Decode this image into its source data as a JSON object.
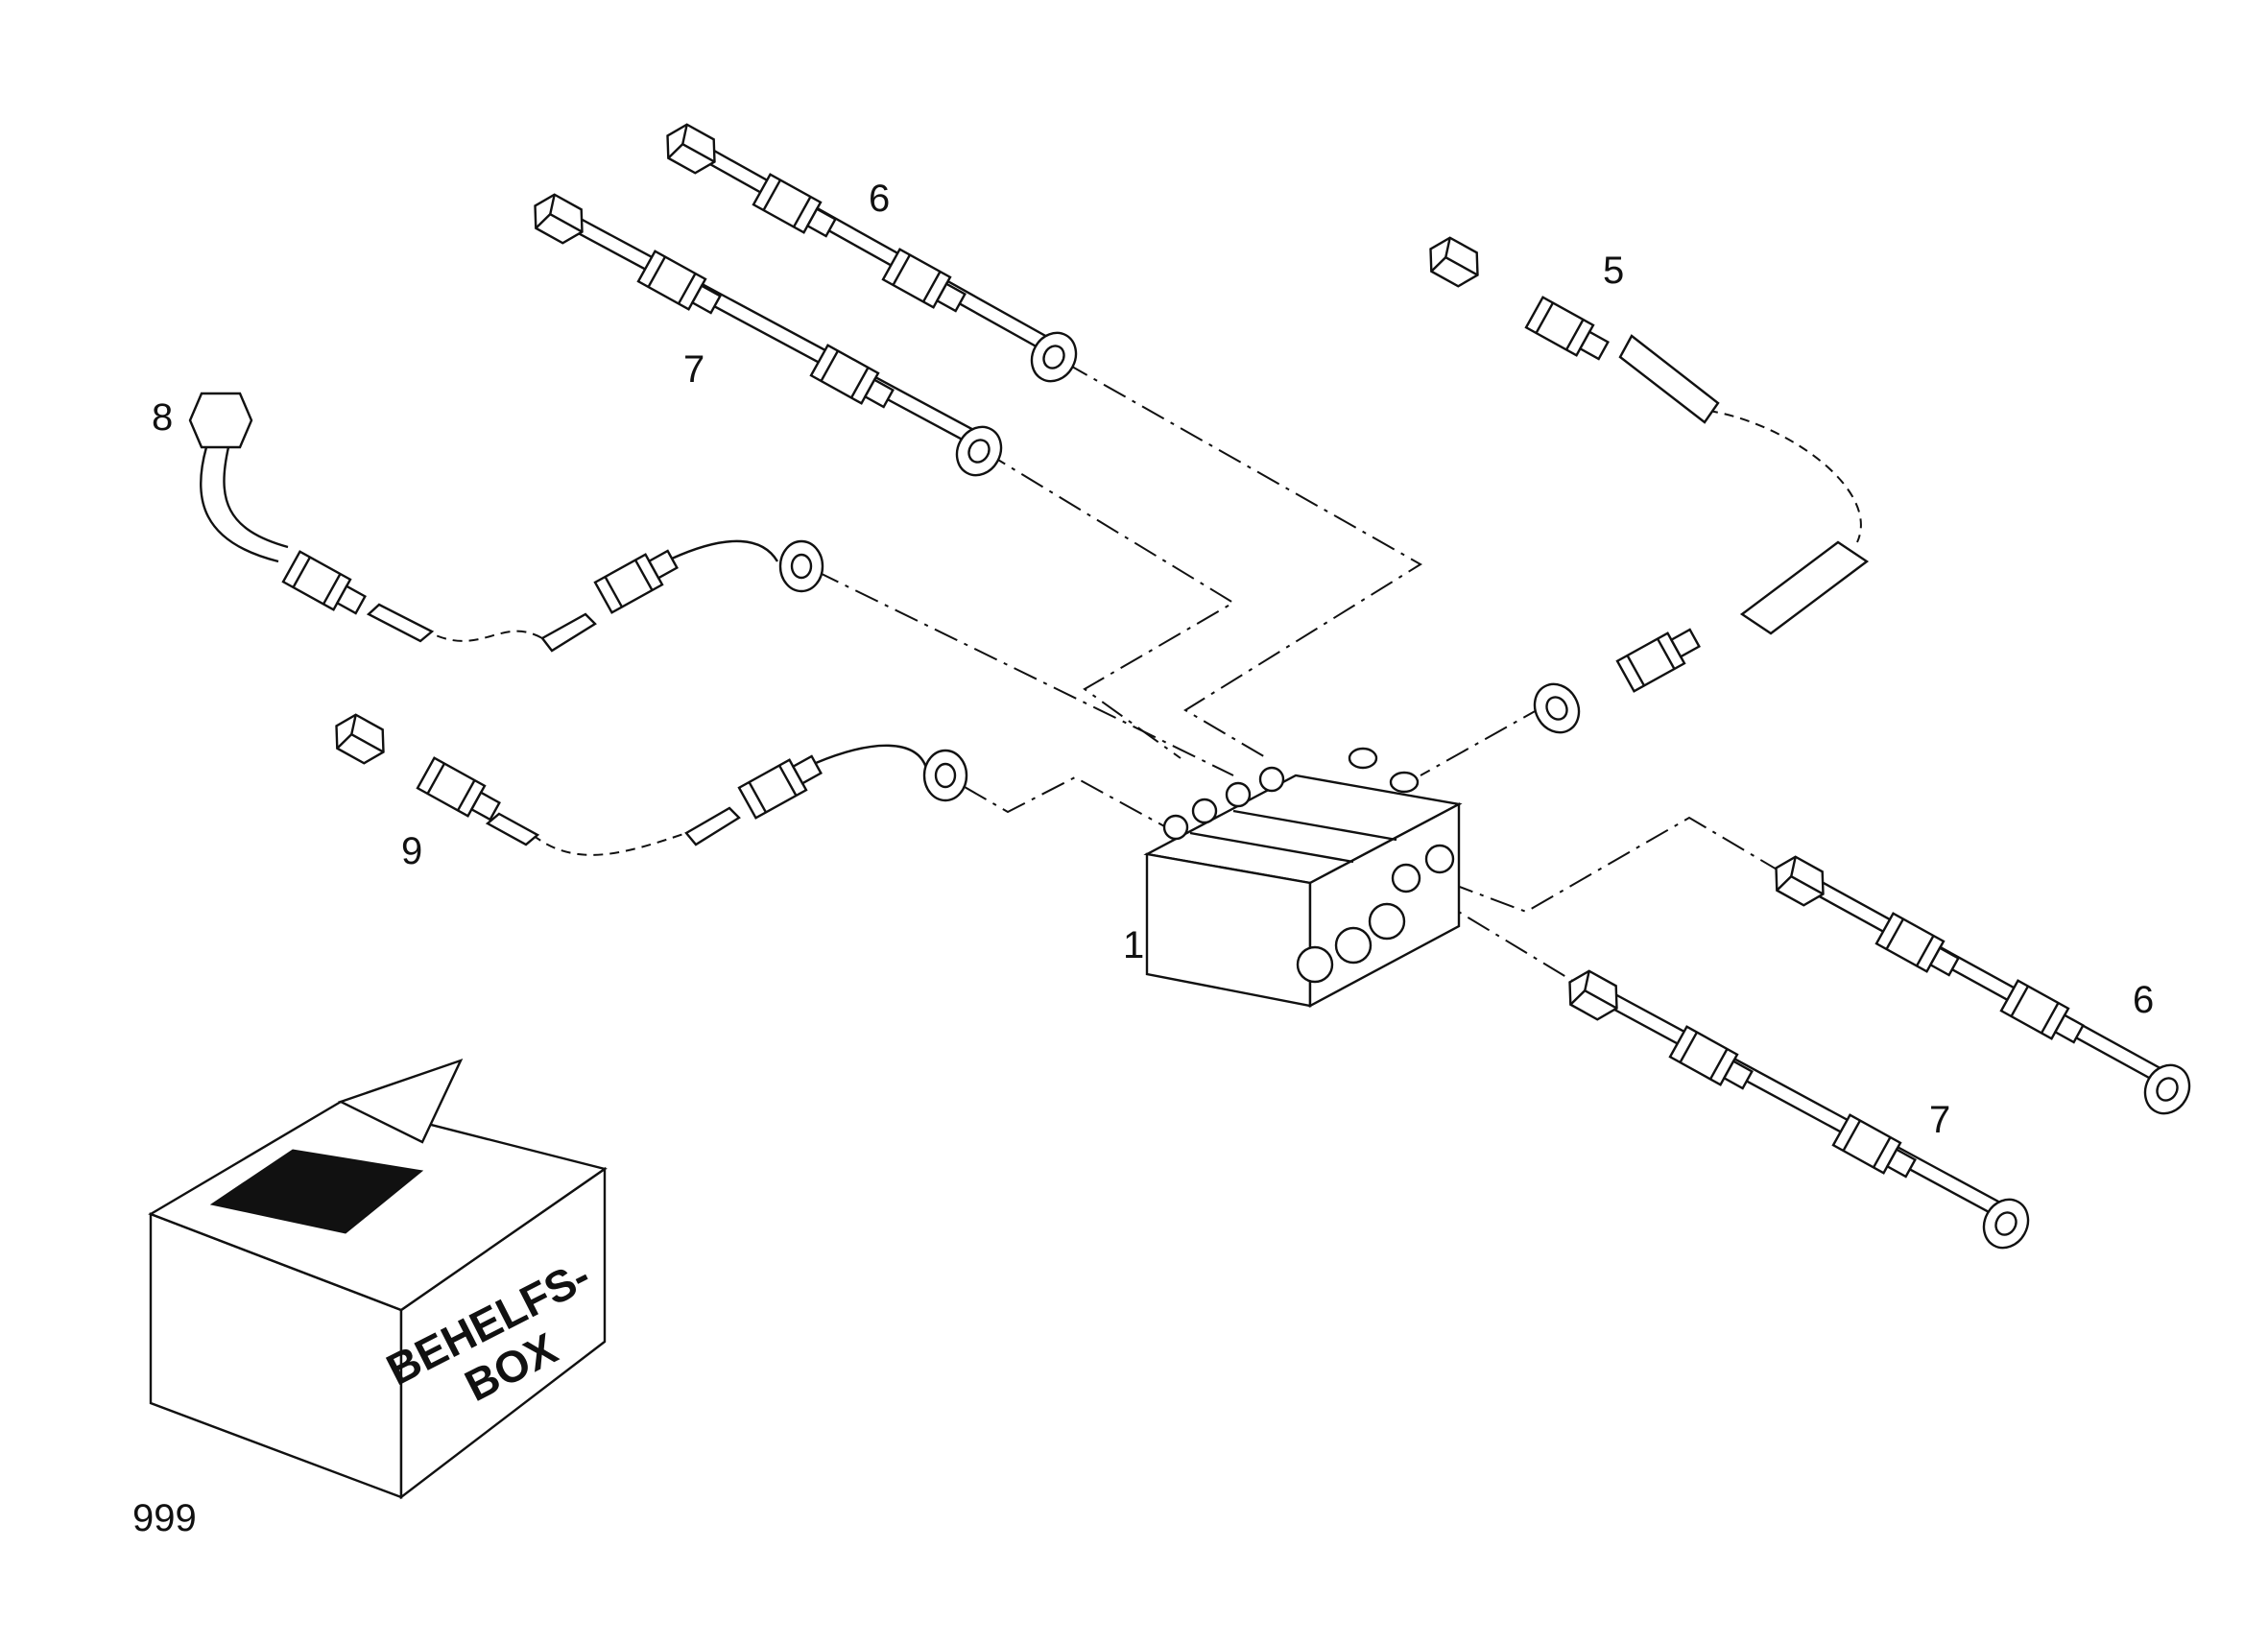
{
  "callouts": {
    "c1": "1",
    "c5": "5",
    "c6a": "6",
    "c6b": "6",
    "c7a": "7",
    "c7b": "7",
    "c8": "8",
    "c9": "9",
    "c999": "999"
  },
  "box": {
    "line1": "BEHELFS-",
    "line2": "BOX"
  }
}
